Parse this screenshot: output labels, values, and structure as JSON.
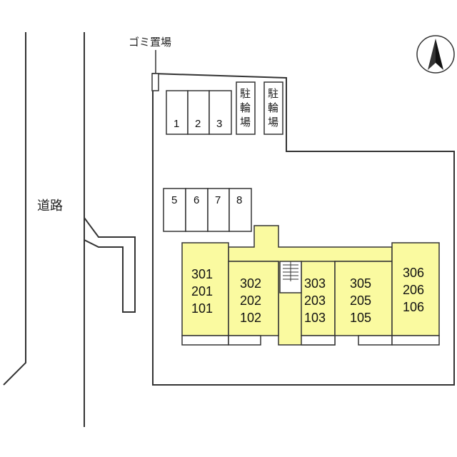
{
  "labels": {
    "garbage": "ゴミ置場",
    "road": "道路",
    "bicycle_lines": [
      "駐",
      "輪",
      "場"
    ]
  },
  "parking_slots": [
    "1",
    "2",
    "3",
    "5",
    "6",
    "7",
    "8"
  ],
  "units": [
    {
      "floors": [
        "301",
        "201",
        "101"
      ]
    },
    {
      "floors": [
        "302",
        "202",
        "102"
      ]
    },
    {
      "floors": [
        "303",
        "203",
        "103"
      ]
    },
    {
      "floors": [
        "305",
        "205",
        "105"
      ]
    },
    {
      "floors": [
        "306",
        "206",
        "106"
      ]
    }
  ],
  "colors": {
    "building_fill": "#fafaa0",
    "line": "#333333",
    "background": "#ffffff"
  },
  "icons": {
    "compass": "north-arrow-icon"
  }
}
